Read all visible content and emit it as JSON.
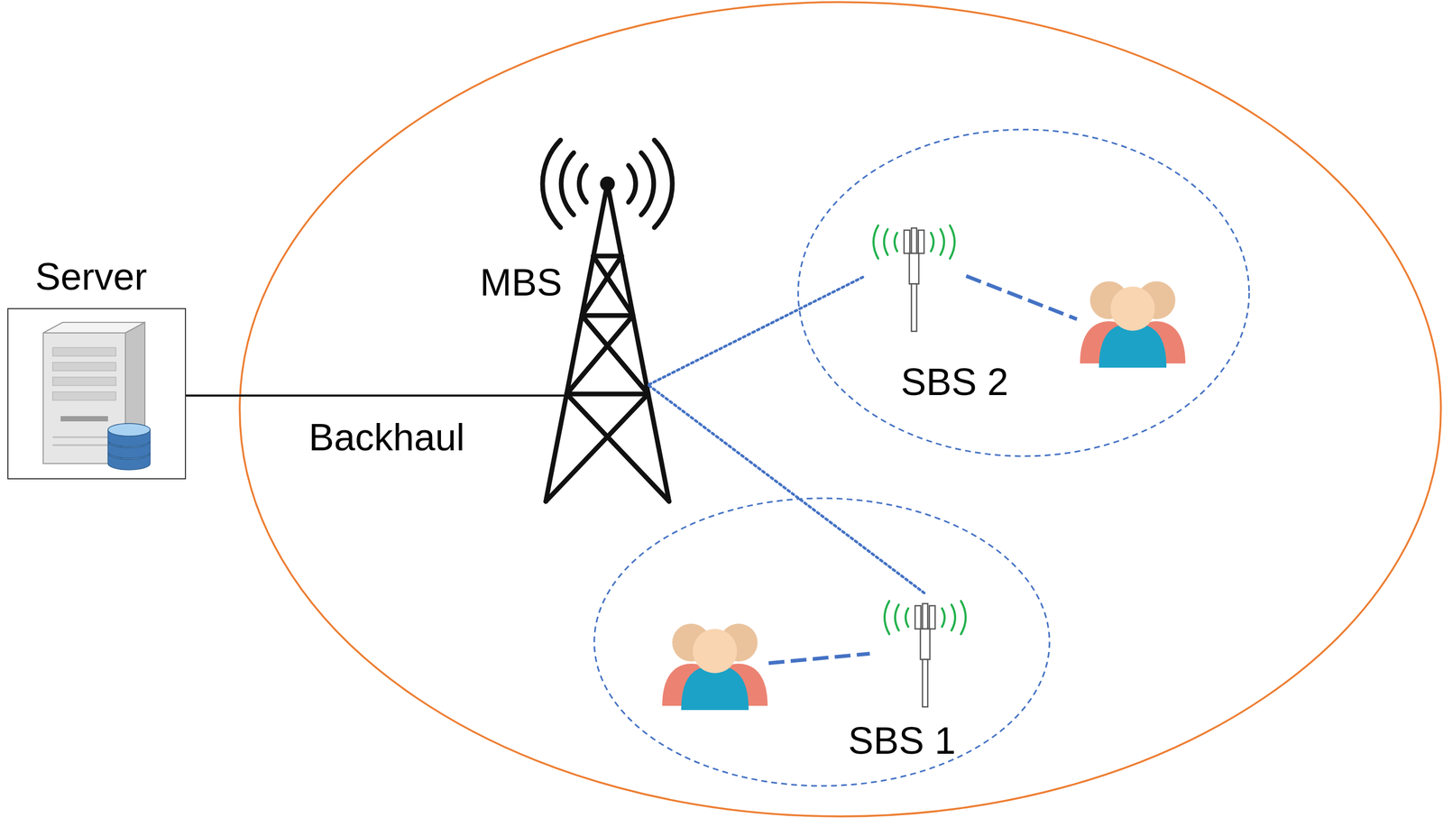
{
  "diagram": {
    "nodes": [
      {
        "text": [
          "Server"
        ]
      },
      {
        "text": [
          "MBS"
        ]
      },
      {
        "text": [
          "SBS 2"
        ]
      },
      {
        "text": [
          "SBS 1"
        ]
      }
    ],
    "edges": [
      {
        "from": 0,
        "to": 1,
        "label": "Backhaul",
        "arrow": "none"
      },
      {
        "from": 1,
        "to": 2,
        "arrow": "none"
      },
      {
        "from": 1,
        "to": 3,
        "arrow": "none"
      }
    ]
  }
}
